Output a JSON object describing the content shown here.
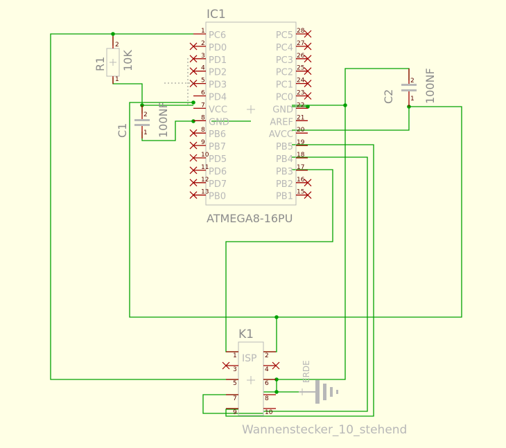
{
  "colors": {
    "background": "#FFFFE5",
    "wire": "#00A000",
    "pin": "#A00000",
    "body": "#B8B8B8",
    "label": "#8C8C8C",
    "pin_number": "#5A0000"
  },
  "ic1": {
    "name": "IC1",
    "value": "ATMEGA8-16PU",
    "left_pins": [
      {
        "num": "1",
        "name": "PC6"
      },
      {
        "num": "2",
        "name": "PD0"
      },
      {
        "num": "3",
        "name": "PD1"
      },
      {
        "num": "4",
        "name": "PD2"
      },
      {
        "num": "5",
        "name": "PD3"
      },
      {
        "num": "6",
        "name": "PD4"
      },
      {
        "num": "7",
        "name": "VCC"
      },
      {
        "num": "8",
        "name": "GND"
      },
      {
        "num": "8",
        "name": "PB6"
      },
      {
        "num": "9",
        "name": "PB7"
      },
      {
        "num": "10",
        "name": "PD5"
      },
      {
        "num": "11",
        "name": "PD6"
      },
      {
        "num": "12",
        "name": "PD7"
      },
      {
        "num": "13",
        "name": "PB0"
      }
    ],
    "right_pins": [
      {
        "num": "28",
        "name": "PC5"
      },
      {
        "num": "27",
        "name": "PC4"
      },
      {
        "num": "26",
        "name": "PC3"
      },
      {
        "num": "25",
        "name": "PC2"
      },
      {
        "num": "24",
        "name": "PC1"
      },
      {
        "num": "23",
        "name": "PC0"
      },
      {
        "num": "22",
        "name": "GND"
      },
      {
        "num": "21",
        "name": "AREF"
      },
      {
        "num": "20",
        "name": "AVCC"
      },
      {
        "num": "19",
        "name": "PB5"
      },
      {
        "num": "18",
        "name": "PB4"
      },
      {
        "num": "17",
        "name": "PB3"
      },
      {
        "num": "16",
        "name": "PB2"
      },
      {
        "num": "15",
        "name": "PB1"
      }
    ]
  },
  "r1": {
    "name": "R1",
    "value": "10K",
    "pin_top": "2",
    "pin_bottom": "1"
  },
  "c1": {
    "name": "C1",
    "value": "100NF",
    "pin_top": "2",
    "pin_bottom": "1"
  },
  "c2": {
    "name": "C2",
    "value": "100NF",
    "pin_top": "2",
    "pin_bottom": "1"
  },
  "k1": {
    "name": "K1",
    "label": "ISP",
    "value": "Wannenstecker_10_stehend",
    "left_pins": [
      "1",
      "3",
      "5",
      "7",
      "9"
    ],
    "right_pins": [
      "2",
      "4",
      "6",
      "8",
      "10"
    ]
  },
  "erde": {
    "label": "ERDE"
  }
}
